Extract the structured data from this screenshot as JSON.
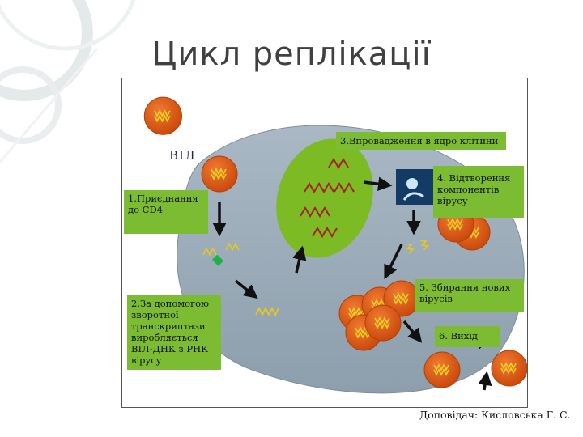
{
  "title": "Цикл реплікації",
  "diagram": {
    "virus_label": "ВІЛ",
    "steps": [
      {
        "id": "attach",
        "text": "1.Приєднання до CD4"
      },
      {
        "id": "reverse_transcription",
        "text": "2.За допомогою зворотної транскриптази виробляється ВІЛ-ДНК з РНК вірусу"
      },
      {
        "id": "integration",
        "text": "3.Впровадження в ядро клітини"
      },
      {
        "id": "reproduction",
        "text": "4. Відтворення компонентів вірусу"
      },
      {
        "id": "assembly",
        "text": "5. Збирання нових вірусів"
      },
      {
        "id": "exit",
        "text": "6. Вихід"
      }
    ],
    "colors": {
      "cell": "#9aabb8",
      "nucleus": "#7dbb24",
      "virus": "#e05a12",
      "label_bg": "#7cbc32",
      "rna": "#e8c818"
    }
  },
  "credit": "Доповідач: Кисловська Г. С."
}
